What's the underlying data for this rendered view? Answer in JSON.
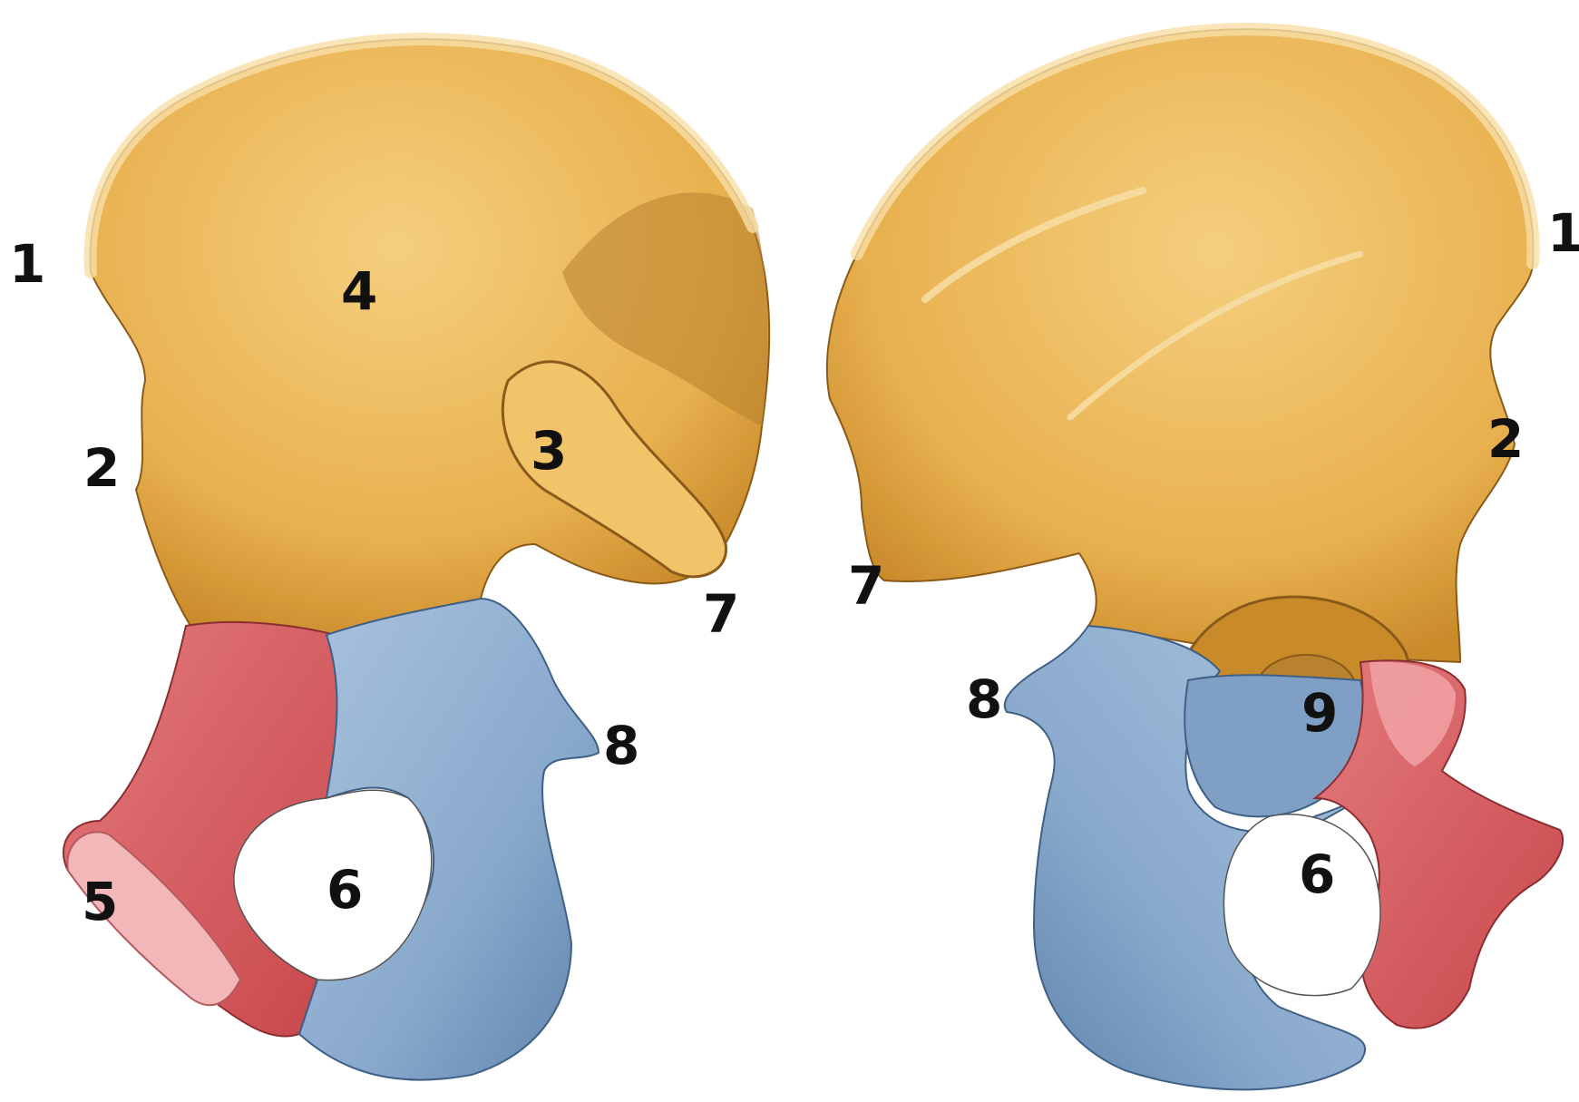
{
  "colors": {
    "ilium": "#E8B04E",
    "ilium_shade": "#C98A2A",
    "ilium_highlight": "#F5CF7E",
    "pubis": "#89A9CC",
    "pubis_shade": "#5E82AA",
    "ischium": "#D7575B",
    "ischium_light": "#EFA0A3",
    "outline": "#8A5A1A"
  },
  "left_view": {
    "labels": [
      "1",
      "2",
      "3",
      "4",
      "5",
      "6",
      "7",
      "8"
    ]
  },
  "right_view": {
    "labels": [
      "1",
      "2",
      "7",
      "8",
      "9",
      "6"
    ]
  }
}
